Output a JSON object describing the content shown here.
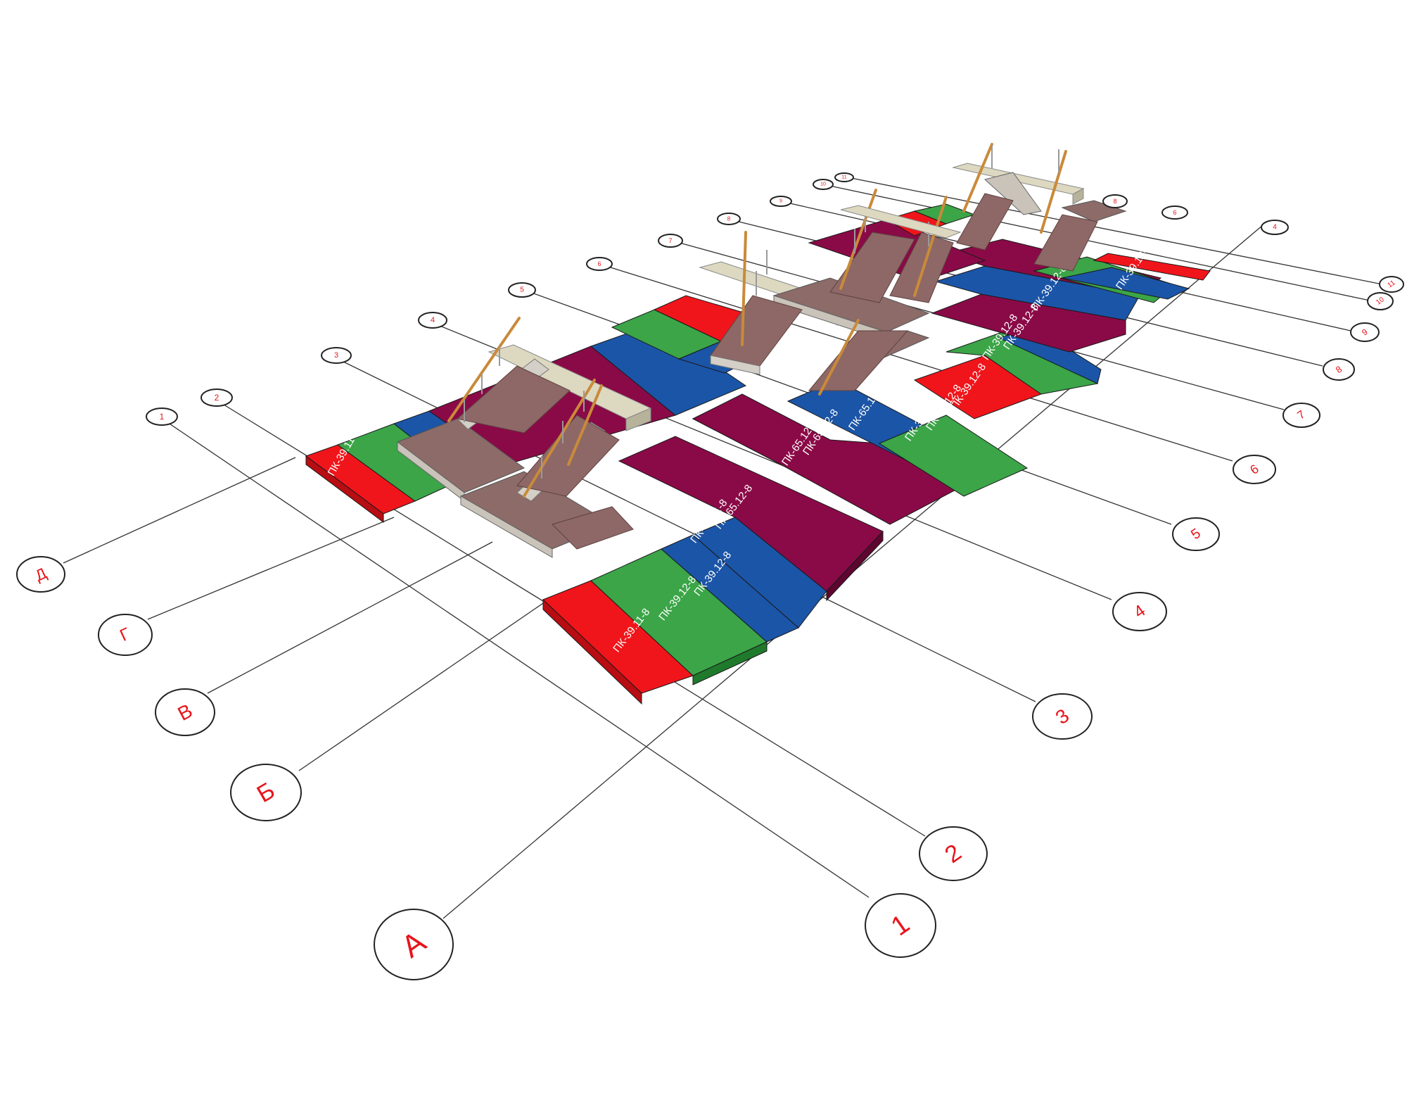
{
  "colors": {
    "red": "#f0151b",
    "green": "#3ba548",
    "blue": "#1b55a7",
    "purple": "#8a0a47",
    "bubble_text": "#e8141b"
  },
  "grid_axes": {
    "letters": [
      "А",
      "Б",
      "В",
      "Г",
      "Д"
    ],
    "numbers": [
      "1",
      "2",
      "3",
      "4",
      "5",
      "6",
      "7",
      "8",
      "9",
      "10",
      "11"
    ],
    "far_numbers": [
      "1",
      "2",
      "3",
      "4",
      "5",
      "6",
      "7",
      "8",
      "9",
      "10",
      "11"
    ]
  },
  "slab_labels": {
    "front_red": "ПК-39.11-8",
    "front_green_1": "ПК-39.12-8",
    "front_green_2": "ПК-39.12-8",
    "front_blue": "ПК-65.11-8",
    "front_purple": "ПК-65.12-8",
    "back_red": "ПК-39.11-8",
    "mid_1": "ПК-65.12-8",
    "mid_2": "ПК-65.12-8",
    "mid_3": "ПК-65.12-8",
    "right_1": "ПК-39.12-8",
    "right_2": "ПК-39.12-8",
    "right_3": "ПК-39.12-8",
    "far_1": "ПК-39.12-8",
    "far_2": "ПК-39.12-8",
    "far_3": "ПК-39.12-8",
    "far_4": "ПК-39.12-8"
  }
}
